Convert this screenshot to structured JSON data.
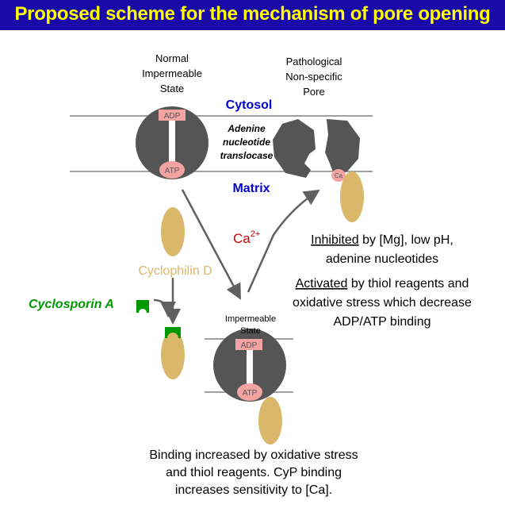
{
  "header": {
    "title": "Proposed scheme for the mechanism of pore opening"
  },
  "colors": {
    "header_bg": "#1a0aa8",
    "header_text": "#ffff00",
    "translocase": "#555555",
    "nucleotide_box": "#f4a3a3",
    "cyclophilin": "#d9b86b",
    "cyclosporin": "#009900",
    "compartment_label": "#0000cc",
    "calcium": "#cc0000"
  },
  "states": {
    "normal": {
      "line1": "Normal",
      "line2": "Impermeable",
      "line3": "State",
      "adp": "ADP",
      "atp": "ATP"
    },
    "pathological": {
      "line1": "Pathological",
      "line2": "Non-specific",
      "line3": "Pore",
      "ca": "Ca"
    },
    "bound": {
      "line1": "Impermeable",
      "line2": "State",
      "adp": "ADP",
      "atp": "ATP"
    }
  },
  "labels": {
    "cytosol": "Cytosol",
    "matrix": "Matrix",
    "translocase_1": "Adenine",
    "translocase_2": "nucleotide",
    "translocase_3": "translocase",
    "calcium": "Ca",
    "calcium_charge": "2+",
    "cyclophilin": "Cyclophilin D",
    "cyclosporin": "Cyclosporin A"
  },
  "notes": {
    "inhibited_word": "Inhibited",
    "inhibited_rest": " by [Mg], low pH,",
    "inhibited_line2": "adenine nucleotides",
    "activated_word": "Activated",
    "activated_rest": " by thiol reagents and",
    "activated_line2": "oxidative stress which decrease",
    "activated_line3": "ADP/ATP binding"
  },
  "caption": {
    "line1": "Binding increased by oxidative stress",
    "line2": "and thiol reagents. CyP binding",
    "line3": "increases sensitivity to [Ca]."
  }
}
